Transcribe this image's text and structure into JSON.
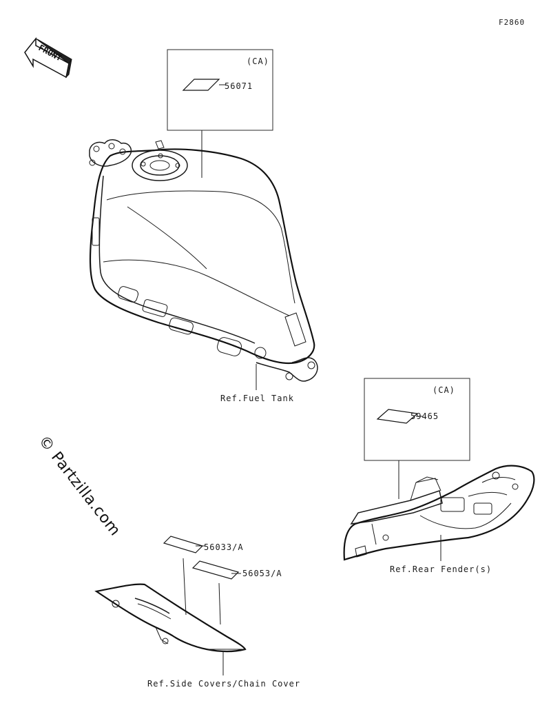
{
  "figure_id": "F2860",
  "front_label": "FRONT",
  "watermark": "© Partzilla.com",
  "callout_top": {
    "region": "(CA)",
    "part_number": "56071"
  },
  "callout_right": {
    "region": "(CA)",
    "part_number": "59465"
  },
  "labels": {
    "56033": "56033/A",
    "56053": "56053/A"
  },
  "references": {
    "fuel_tank": "Ref.Fuel Tank",
    "rear_fender": "Ref.Rear Fender(s)",
    "chain_cover": "Ref.Side Covers/Chain Cover"
  }
}
